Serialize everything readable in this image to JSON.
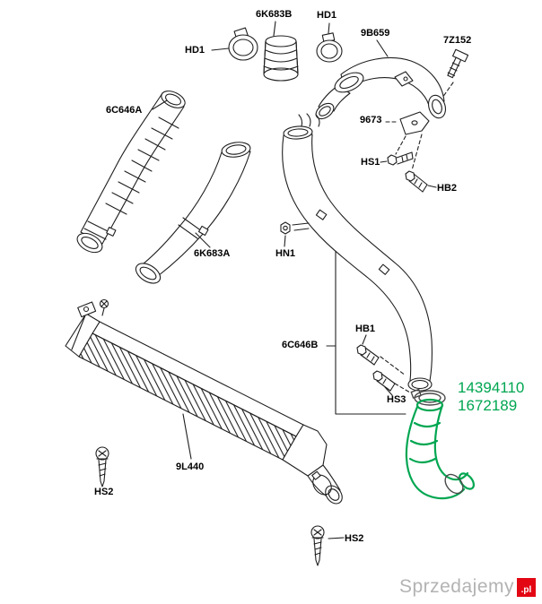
{
  "diagram": {
    "background_color": "#ffffff",
    "line_color": "#1f1f1f",
    "highlight_color": "#00a651",
    "labels": {
      "hd1_left": "HD1",
      "hose_6k683b": "6K683B",
      "hd1_right": "HD1",
      "pipe_9b659": "9B659",
      "bolt_7z152": "7Z152",
      "hose_6c646a": "6C646A",
      "bracket_9673": "9673",
      "bolt_hs1": "HS1",
      "bolt_hb2": "HB2",
      "nut_hn1": "HN1",
      "pipe_6k683a": "6K683A",
      "bolt_hb1": "HB1",
      "pipe_6c646b": "6C646B",
      "bolt_hs3": "HS3",
      "intercooler_9l440": "9L440",
      "screw_hs2_left": "HS2",
      "screw_hs2_bottom": "HS2"
    },
    "highlighted_part": {
      "number_primary": "14394110",
      "number_secondary": "1672189",
      "text_color": "#00a651"
    }
  },
  "watermark": {
    "text": "Sprzedajemy",
    "suffix": ".pl",
    "text_color": "#b3b3b3",
    "badge_color": "#e30613"
  }
}
